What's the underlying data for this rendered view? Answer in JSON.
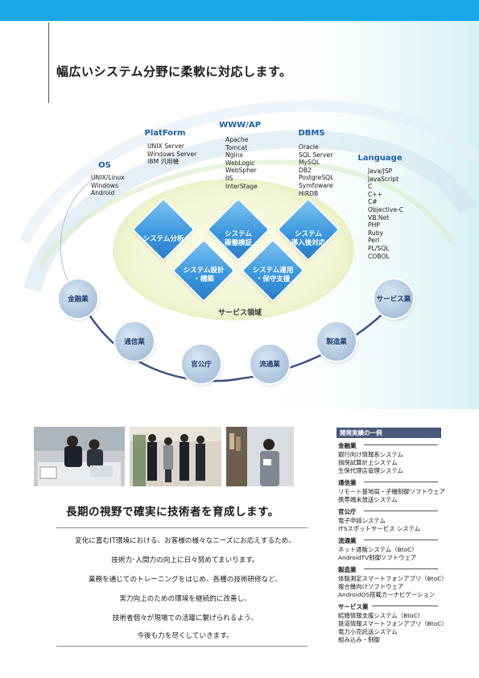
{
  "headline": "幅広いシステム分野に柔軟に対応します。",
  "platforms": [
    {
      "title": "OS",
      "items": "UNIX/Linux\nWindows\nAndroid"
    },
    {
      "title": "PlatForm",
      "items": "UNIX Server\nWindows Server\nIBM 汎用機"
    },
    {
      "title": "WWW/AP",
      "items": "Apache\nTomcat\nNginx\nWebLogic\nWebSpher\nIIS\nInterStage"
    },
    {
      "title": "DBMS",
      "items": "Oracle\nSQL Server\nMySQL\nDB2\nPostgreSQL\nSymfoware\nHiRDB"
    },
    {
      "title": "Language",
      "items": "Java/JSP\nJavaScript\nC\nC++\nC#\nObjective-C\nVB.Net\nPHP\nRuby\nPerl\nPL/SQL\nCOBOL"
    }
  ],
  "services": [
    "システム分析",
    "システム\n稼働検証",
    "システム\n導入後対応",
    "システム設計\n・構築",
    "システム運用\n・保守支援"
  ],
  "service_area_label": "サービス領域",
  "industries": [
    "金融業",
    "通信業",
    "官公庁",
    "流通業",
    "製造業",
    "サービス業"
  ],
  "section2_title": "長期の視野で確実に技術者を育成します。",
  "body_lines": [
    "変化に富むIT環境における、お客様の様々なニーズにお応えするため、",
    "技術力･人間力の向上に日々努めてまいります。",
    "業務を通じてのトレーニングをはじめ、各種の技術研修など、",
    "実力向上のための環境を継続的に改善し、",
    "技術者個々が現場での活躍に繋げられるよう、",
    "今後も力を尽くしていきます。"
  ],
  "achievements": {
    "title": "開発実績の一例",
    "categories": [
      {
        "name": "金融業",
        "items": [
          "銀行向け情報系システム",
          "損保試算計上システム",
          "生保代理店管理システム"
        ]
      },
      {
        "name": "通信業",
        "items": [
          "リモート基地局・子機制御ソフトウェア",
          "携帯端末放送システム"
        ]
      },
      {
        "name": "官公庁",
        "items": [
          "電子申請システム",
          "ITSスポットサービス システム"
        ]
      },
      {
        "name": "流通業",
        "items": [
          "ネット通販システム（BtoC）",
          "AndroidTV制御ソフトウェア"
        ]
      },
      {
        "name": "製造業",
        "items": [
          "体脂測定スマートフォンアプリ（BtoC）",
          "複合機向けソフトウェア",
          "AndroidOS搭載カーナビゲーション"
        ]
      },
      {
        "name": "サービス業",
        "items": [
          "結婚情報支援システム（BtoC）",
          "鉄道情報スマートフォンアプリ（BtoC）",
          "電力小売託送システム",
          "組み込み・制御"
        ]
      }
    ]
  }
}
